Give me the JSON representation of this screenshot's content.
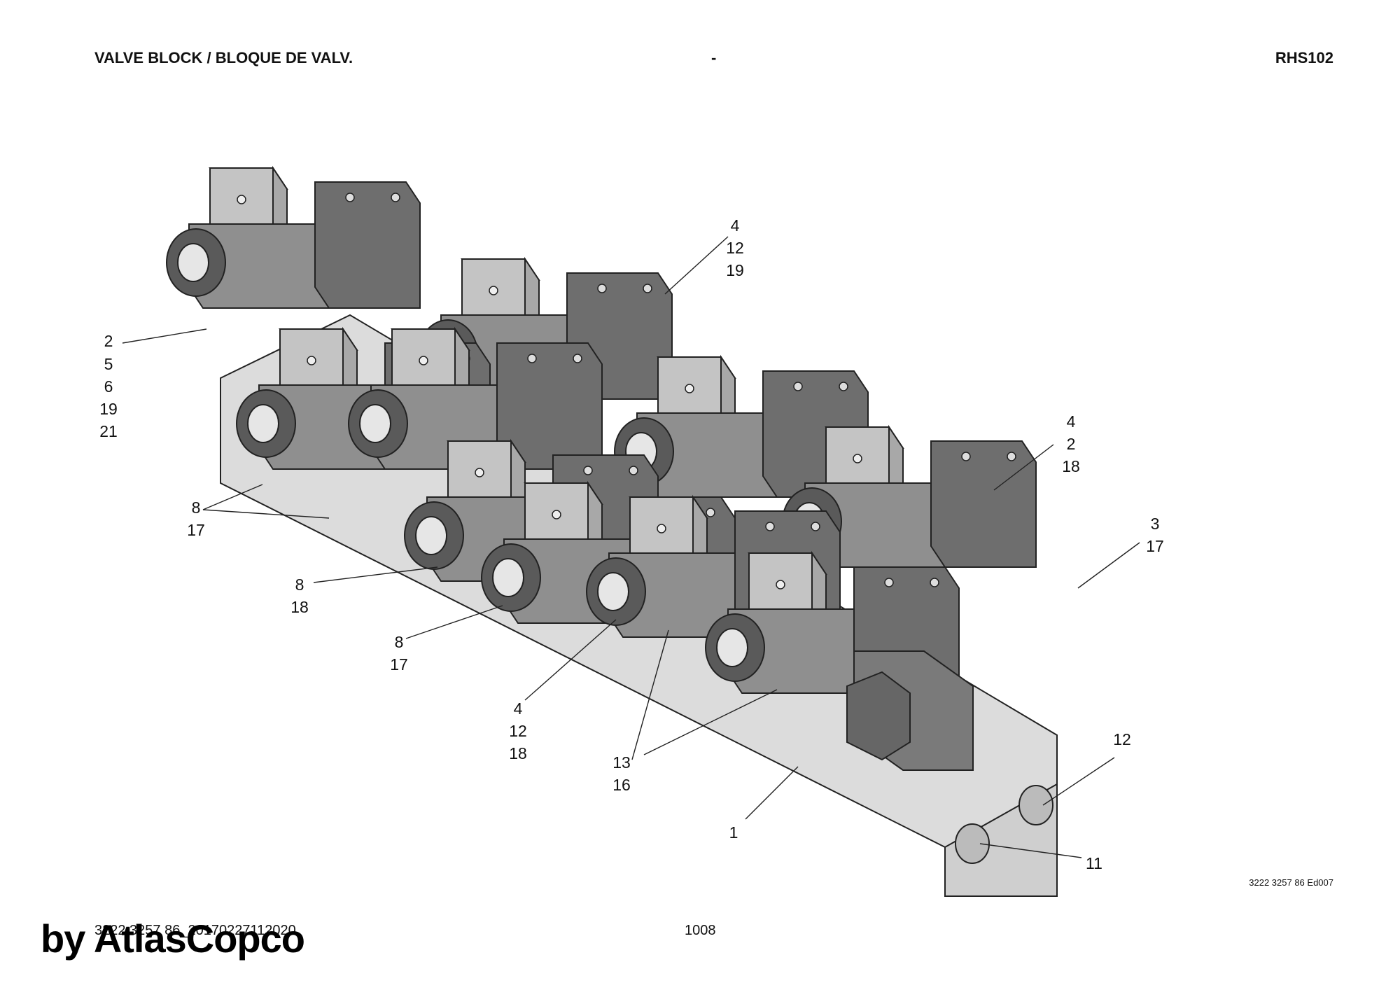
{
  "header": {
    "title": "VALVE BLOCK / BLOQUE DE VALV.",
    "middle": "-",
    "model": "RHS102"
  },
  "callouts": [
    {
      "id": "c-top",
      "lines": [
        "4",
        "12",
        "19"
      ]
    },
    {
      "id": "c-left",
      "lines": [
        "2",
        "5",
        "6",
        "19",
        "21"
      ]
    },
    {
      "id": "c-8-17a",
      "lines": [
        "8",
        "17"
      ]
    },
    {
      "id": "c-8-18",
      "lines": [
        "8",
        "18"
      ]
    },
    {
      "id": "c-8-17b",
      "lines": [
        "8",
        "17"
      ]
    },
    {
      "id": "c-4-12-18",
      "lines": [
        "4",
        "12",
        "18"
      ]
    },
    {
      "id": "c-13-16",
      "lines": [
        "13",
        "16"
      ]
    },
    {
      "id": "c-1",
      "lines": [
        "1"
      ]
    },
    {
      "id": "c-4-2-18",
      "lines": [
        "4",
        "2",
        "18"
      ]
    },
    {
      "id": "c-3-17",
      "lines": [
        "3",
        "17"
      ]
    },
    {
      "id": "c-12",
      "lines": [
        "12"
      ]
    },
    {
      "id": "c-11",
      "lines": [
        "11"
      ]
    }
  ],
  "footer": {
    "drawing_ref": "3222 3257 86 Ed007",
    "doc_id": "3222 3257 86_20170227112020",
    "page": "1008",
    "watermark": "by AtlasCopco"
  },
  "colors": {
    "block": "#dcdcdc",
    "valve_body": "#6e6e6e",
    "solenoid": "#9a9a9a",
    "cap": "#c4c4c4",
    "nut": "#5a5a5a"
  }
}
